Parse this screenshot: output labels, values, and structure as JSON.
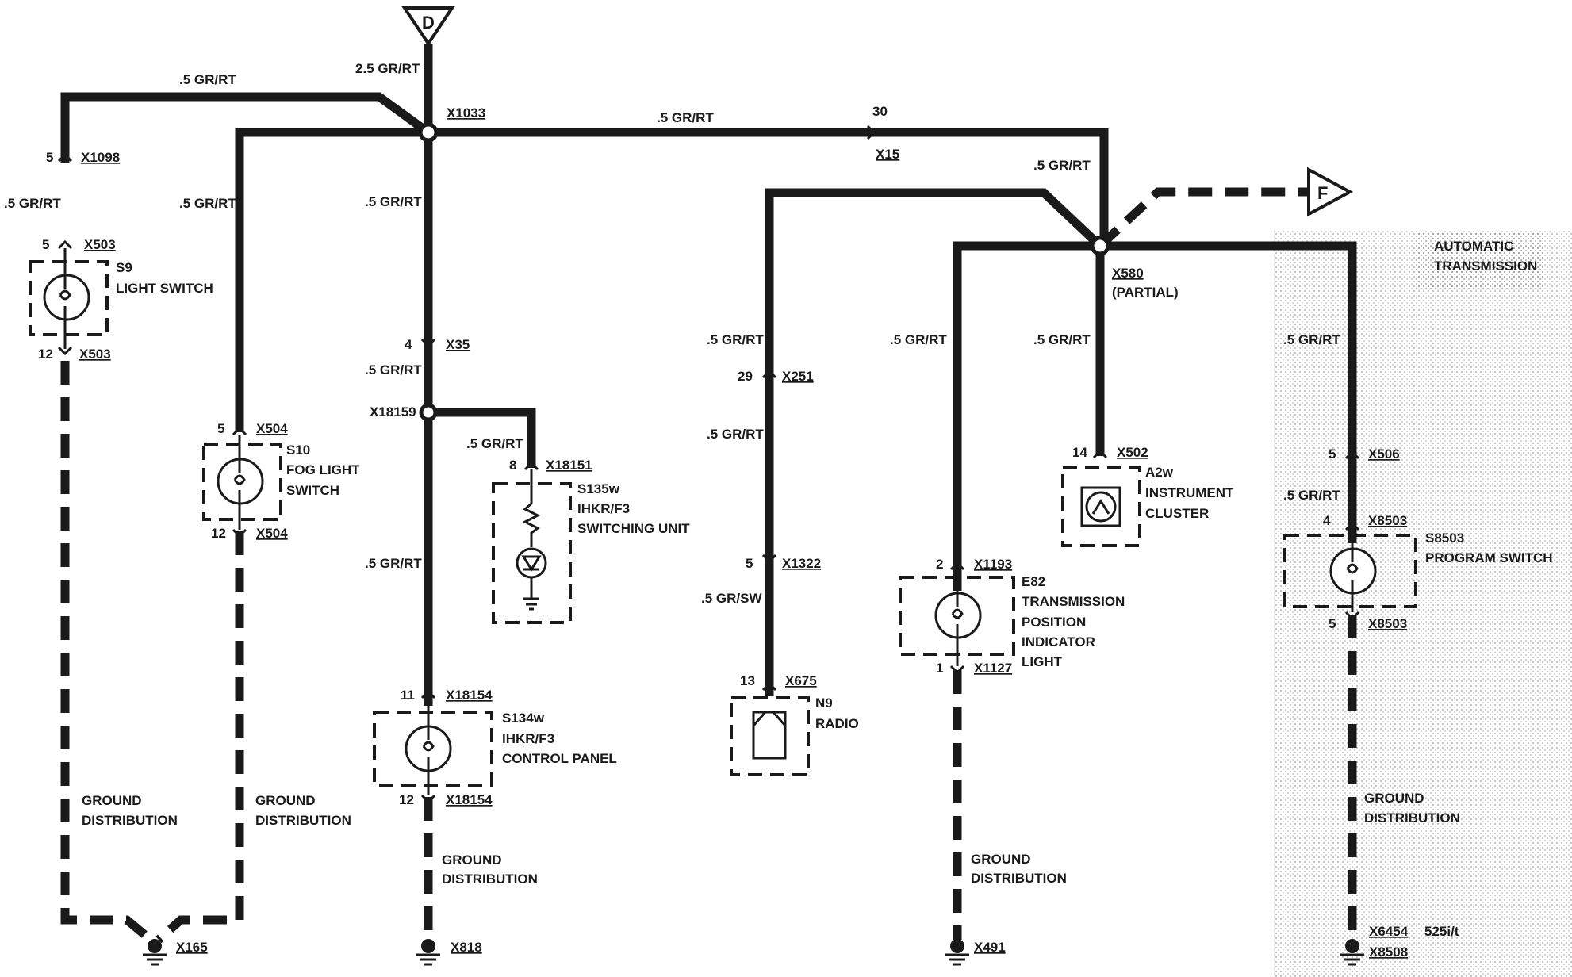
{
  "connectors": {
    "top_in": "D",
    "right_out": "F"
  },
  "wires": {
    "w_top": "2.5 GR/RT",
    "w_left_top": ".5 GR/RT",
    "w_left_mid": ".5 GR/RT",
    "w_fog": ".5 GR/RT",
    "w_center1": ".5 GR/RT",
    "w_center2": ".5 GR/RT",
    "w_center3": ".5 GR/RT",
    "w_branch": ".5 GR/RT",
    "w_main": ".5 GR/RT",
    "w_right_top": ".5 GR/RT",
    "w_radio1": ".5 GR/RT",
    "w_radio2": ".5 GR/RT",
    "w_radio3": ".5 GR/SW",
    "w_e82": ".5 GR/RT",
    "w_cluster": ".5 GR/RT",
    "w_auto1": ".5 GR/RT",
    "w_auto2": ".5 GR/RT"
  },
  "splices": {
    "x1033": "X1033",
    "x580": "X580",
    "x580_note": "(PARTIAL)",
    "x18159": "X18159"
  },
  "pins": {
    "x1098_pin": "5",
    "x1098": "X1098",
    "x503a_pin": "5",
    "x503a": "X503",
    "x503b_pin": "12",
    "x503b": "X503",
    "x504a_pin": "5",
    "x504a": "X504",
    "x504b_pin": "12",
    "x504b": "X504",
    "x35_pin": "4",
    "x35": "X35",
    "x18151_pin": "8",
    "x18151": "X18151",
    "x18154a_pin": "11",
    "x18154a": "X18154",
    "x18154b_pin": "12",
    "x18154b": "X18154",
    "x15_pin": "30",
    "x15": "X15",
    "x251_pin": "29",
    "x251": "X251",
    "x1322_pin": "5",
    "x1322": "X1322",
    "x675_pin": "13",
    "x675": "X675",
    "x1193_pin": "2",
    "x1193": "X1193",
    "x1127_pin": "1",
    "x1127": "X1127",
    "x502_pin": "14",
    "x502": "X502",
    "x506_pin": "5",
    "x506": "X506",
    "x8503a_pin": "4",
    "x8503a": "X8503",
    "x8503b_pin": "5",
    "x8503b": "X8503"
  },
  "components": {
    "s9": {
      "id": "S9",
      "name": "LIGHT SWITCH"
    },
    "s10": {
      "id": "S10",
      "line1": "FOG LIGHT",
      "line2": "SWITCH"
    },
    "s135w": {
      "id": "S135w",
      "line1": "IHKR/F3",
      "line2": "SWITCHING UNIT"
    },
    "s134w": {
      "id": "S134w",
      "line1": "IHKR/F3",
      "line2": "CONTROL PANEL"
    },
    "n9": {
      "id": "N9",
      "name": "RADIO"
    },
    "e82": {
      "id": "E82",
      "line1": "TRANSMISSION",
      "line2": "POSITION",
      "line3": "INDICATOR",
      "line4": "LIGHT"
    },
    "a2w": {
      "id": "A2w",
      "line1": "INSTRUMENT",
      "line2": "CLUSTER"
    },
    "s8503": {
      "id": "S8503",
      "name": "PROGRAM SWITCH"
    }
  },
  "region": {
    "line1": "AUTOMATIC",
    "line2": "TRANSMISSION"
  },
  "grounds": {
    "gd_a1": "GROUND",
    "gd_a2": "DISTRIBUTION",
    "gd_b1": "GROUND",
    "gd_b2": "DISTRIBUTION",
    "gd_c1": "GROUND",
    "gd_c2": "DISTRIBUTION",
    "gd_d1": "GROUND",
    "gd_d2": "DISTRIBUTION",
    "gd_e1": "GROUND",
    "gd_e2": "DISTRIBUTION",
    "x165": "X165",
    "x818": "X818",
    "x491": "X491",
    "x6454": "X6454",
    "x6454_note": "525i/t",
    "x8508": "X8508"
  }
}
